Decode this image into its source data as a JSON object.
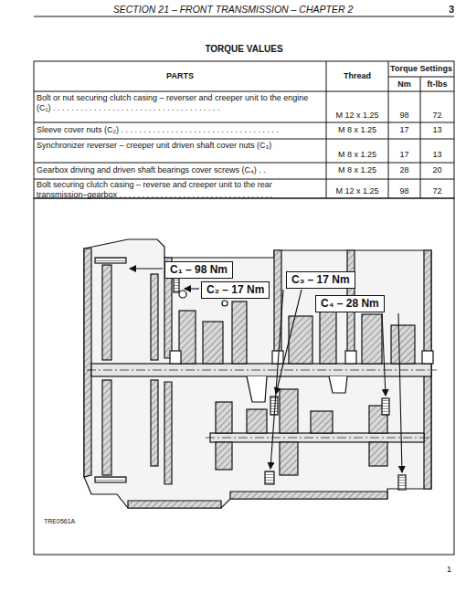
{
  "diagram": {
    "title": "SECTION 21 – FRONT TRANSMISSION – CHAPTER 2",
    "nodes": [
      {
        "text": [
          "C₁ – 98 Nm"
        ]
      },
      {
        "text": [
          "C₂ – 17 Nm"
        ]
      },
      {
        "text": [
          "C₃ – 17 Nm"
        ]
      },
      {
        "text": [
          "C₄ – 28 Nm"
        ]
      }
    ],
    "labels": [
      "3",
      "TORQUE VALUES",
      "PARTS",
      "Thread",
      "Torque Settings",
      "Nm",
      "ft-lbs",
      "Bolt or nut securing clutch casing – reverser and creeper unit to the engine (C₁) . . . . . . . . . . . . . . . . . . . . . . . . . . . . . . . . . . . . .",
      "M 12 x 1.25",
      "98",
      "72",
      "Sleeve cover nuts (C₂) . . . . . . . . . . . . . . . . . . . . . . . . . . . . . . . . . . .",
      "M 8 x 1.25",
      "17",
      "13",
      "Synchronizer reverser – creeper unit driven shaft cover nuts (C₃)",
      "M 8 x 1.25",
      "17",
      "13",
      "Gearbox driving and driven shaft bearings cover screws (C₄) . .",
      "M 8 x 1.25",
      "28",
      "20",
      "Bolt securing clutch casing – reverse and creeper unit to the rear transmission–gearbox . . . . . . . . . . . . . . . . . . . . . . . . . . . . . . . . . .",
      "M 12 x 1.25",
      "98",
      "72",
      "TRE0561A",
      "1"
    ]
  }
}
